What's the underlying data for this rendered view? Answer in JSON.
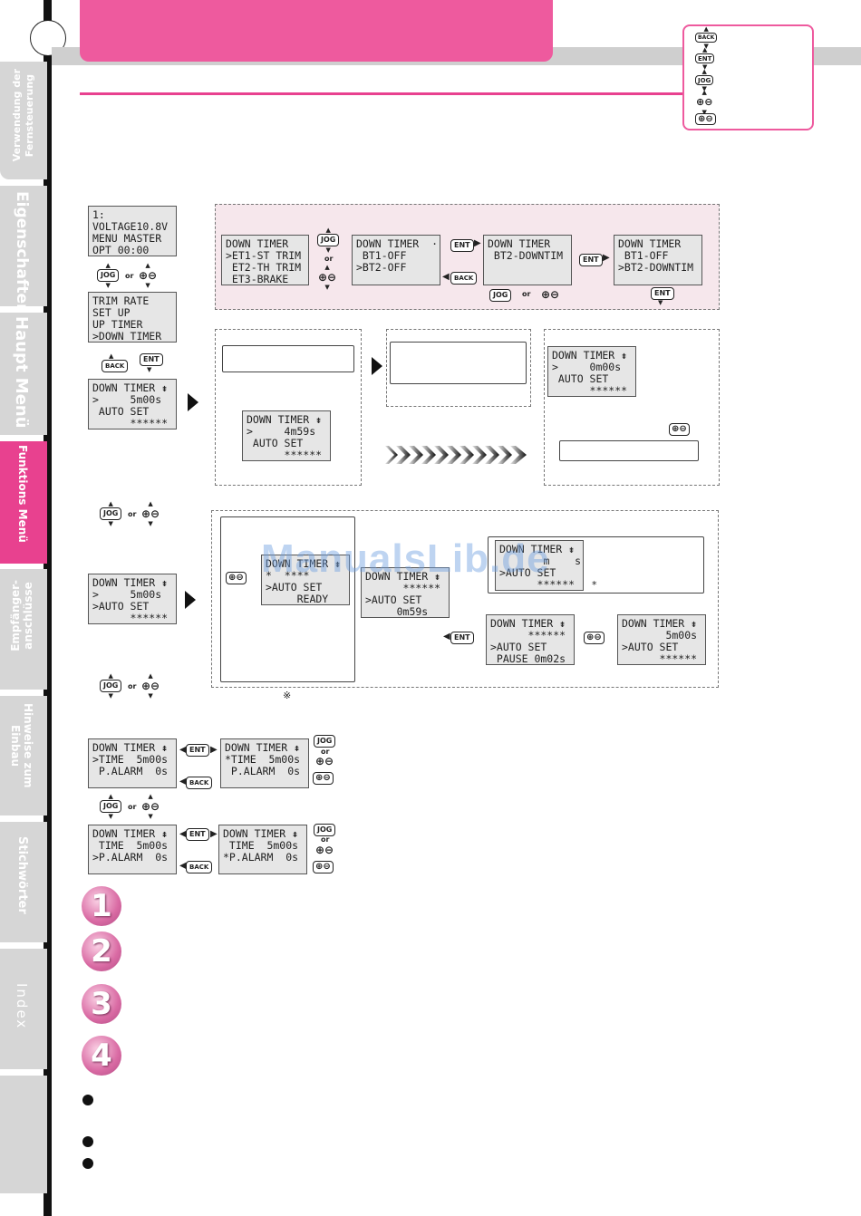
{
  "sidebar": {
    "tabs": [
      {
        "label": "Verwendung der\nFernsteuerung"
      },
      {
        "label": "Eigenschaften"
      },
      {
        "label": "Haupt Menü"
      },
      {
        "label": "Funktions Menü"
      },
      {
        "label": "Empfänger-\nanschlüsse"
      },
      {
        "label": "Hinweise zum\nEinbau"
      },
      {
        "label": "Stichwörter"
      },
      {
        "label": "Index"
      }
    ]
  },
  "colors": {
    "accent": "#ee5a9e",
    "tab_active": "#e8418f",
    "tab_inactive": "#d6d6d6"
  },
  "legend": {
    "back": "BACK",
    "ent": "ENT",
    "jog": "JOG"
  },
  "buttons": {
    "back": "BACK",
    "ent": "ENT",
    "jog": "JOG",
    "or": "or",
    "pm": "⊕⊖"
  },
  "screens": {
    "s1": "1:\nVOLTAGE10.8V\nMENU MASTER\nOPT 00:00",
    "s2": "TRIM RATE\nSET UP\nUP TIMER\n>DOWN TIMER",
    "s3": "DOWN TIMER ⇟\n>     5m00s\n AUTO SET\n      ******",
    "s4": "DOWN TIMER ⇟\n>     5m00s\n>AUTO SET\n      ******",
    "e1": "DOWN TIMER\n>ET1-ST TRIM\n ET2-TH TRIM\n ET3-BRAKE",
    "e2": "DOWN TIMER  ·\n BT1-OFF\n>BT2-OFF",
    "e3": "DOWN TIMER\n BT2-DOWNTIM",
    "e4": "DOWN TIMER\n BT1-OFF\n>BT2-DOWNTIM",
    "m1": "DOWN TIMER ⇟\n>     4m59s\n AUTO SET\n      ******",
    "m2": "DOWN TIMER ⇟\n>     0m00s\n AUTO SET\n      ******",
    "a1": "DOWN TIMER ⇟\n*  ****\n>AUTO SET\n     READY",
    "a2": "DOWN TIMER ⇟\n      ******\n>AUTO SET\n     0m59s",
    "a3": "DOWN TIMER ⇟\n       m    s\n>AUTO SET\n      ******",
    "a4": "DOWN TIMER ⇟\n      ******\n>AUTO SET\n PAUSE 0m02s",
    "a5": "DOWN TIMER ⇟\n       5m00s\n>AUTO SET\n      ******",
    "p1": "DOWN TIMER ⇞\n>TIME  5m00s\n P.ALARM  0s",
    "p2": "DOWN TIMER ⇞\n*TIME  5m00s\n P.ALARM  0s",
    "p3": "DOWN TIMER ⇞\n TIME  5m00s\n>P.ALARM  0s",
    "p4": "DOWN TIMER ⇞\n TIME  5m00s\n*P.ALARM  0s"
  },
  "marks": {
    "note": "※",
    "star": "*"
  },
  "watermark": "ManualsLib.de",
  "steps": [
    "1",
    "2",
    "3",
    "4"
  ]
}
